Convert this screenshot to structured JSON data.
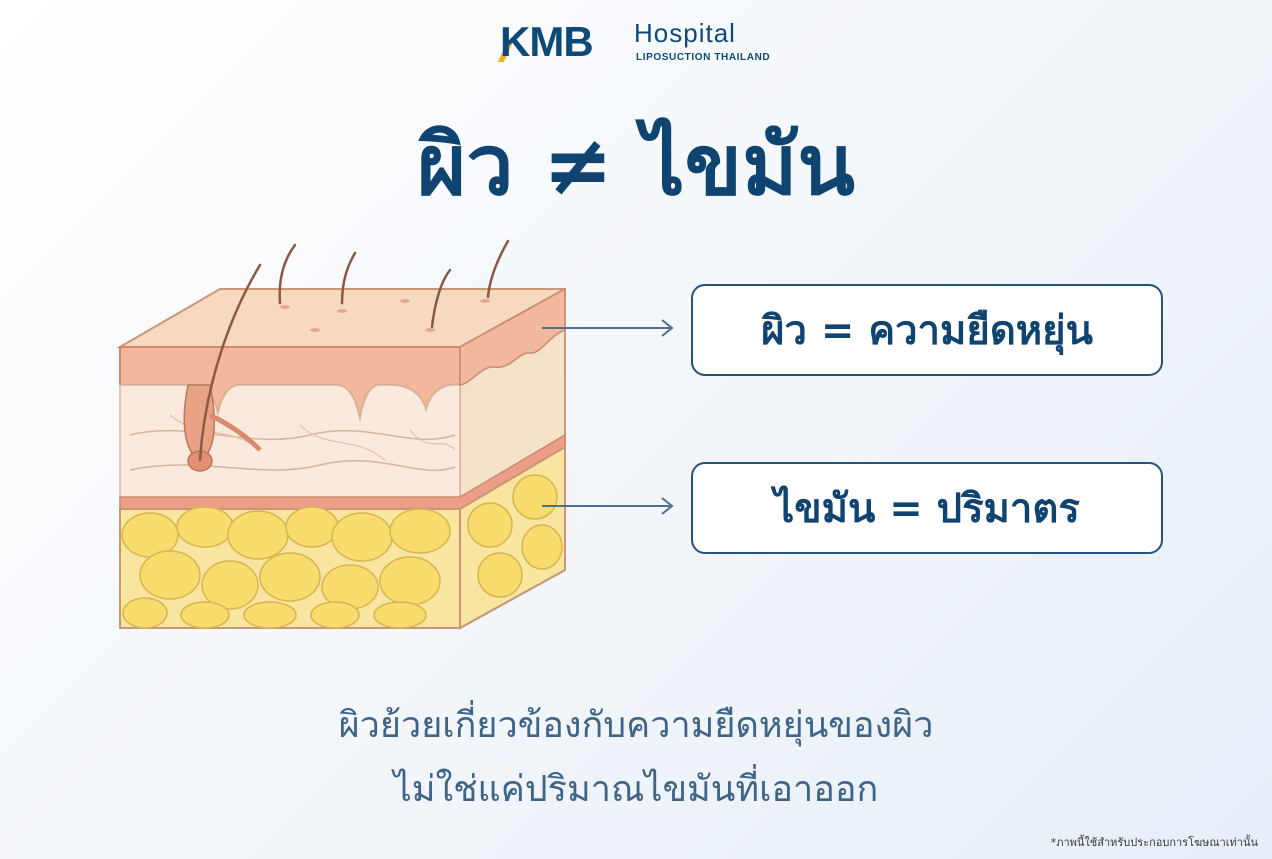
{
  "logo": {
    "brand": "KMB",
    "name": "Hospital",
    "subtitle": "LIPOSUCTION THAILAND"
  },
  "title": "ผิว ≠ ไขมัน",
  "labels": {
    "skin": "ผิว = ความยืดหยุ่น",
    "fat": "ไขมัน = ปริมาตร"
  },
  "caption": {
    "line1": "ผิวย้วยเกี่ยวข้องกับความยืดหยุ่นของผิว",
    "line2": "ไม่ใช่แค่ปริมาณไขมันที่เอาออก"
  },
  "footnote": "*ภาพนี้ใช้สำหรับประกอบการโฆษณาเท่านั้น",
  "colors": {
    "brand_navy": "#0f4470",
    "accent_yellow": "#f3b41b",
    "skin_pink": "#f1a98f",
    "fat_yellow": "#f7e07a"
  }
}
